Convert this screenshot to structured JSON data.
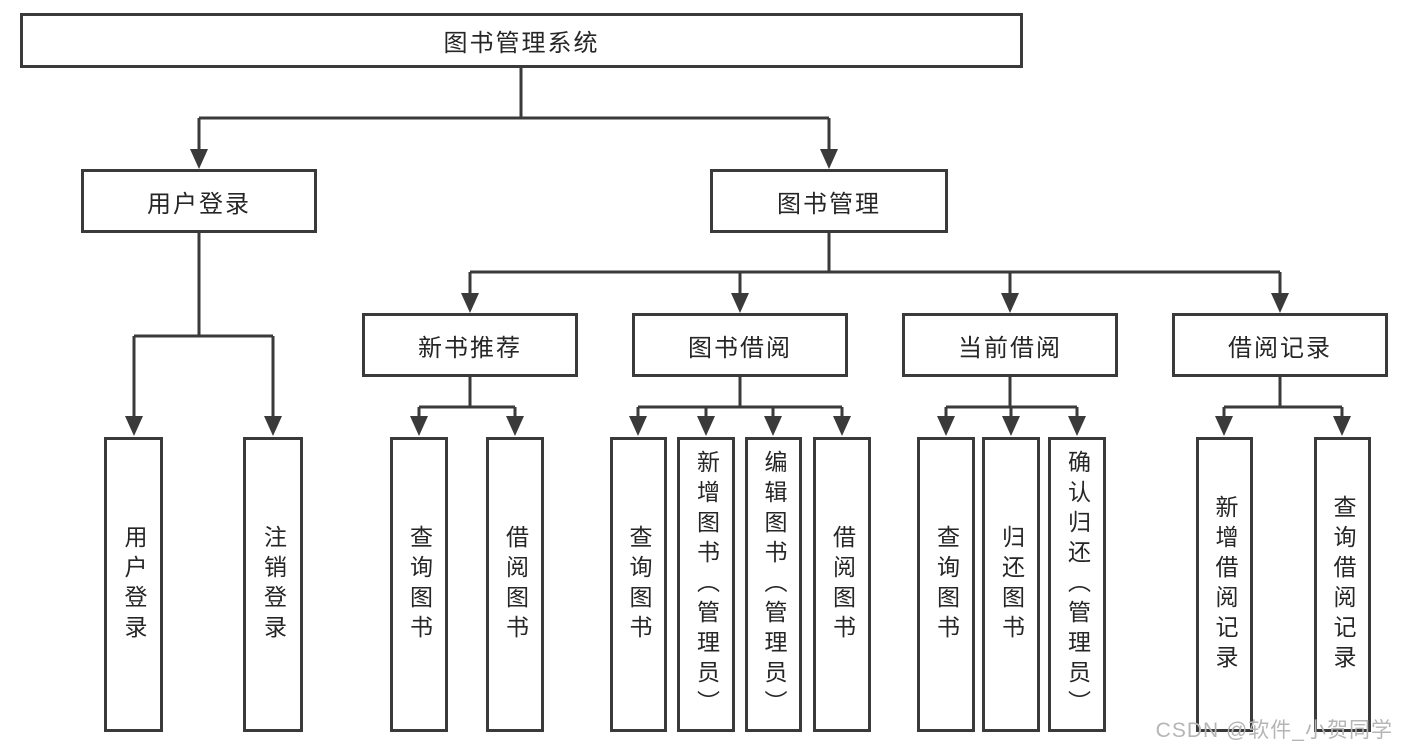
{
  "diagram": {
    "root": {
      "label": "图书管理系统"
    },
    "level2": [
      {
        "label": "用户登录"
      },
      {
        "label": "图书管理"
      }
    ],
    "level3": [
      {
        "label": "新书推荐"
      },
      {
        "label": "图书借阅"
      },
      {
        "label": "当前借阅"
      },
      {
        "label": "借阅记录"
      }
    ],
    "leaves": {
      "user_login": [
        {
          "label": "用户登录"
        },
        {
          "label": "注销登录"
        }
      ],
      "new_book": [
        {
          "label": "查询图书"
        },
        {
          "label": "借阅图书"
        }
      ],
      "book_borrow": [
        {
          "label": "查询图书"
        },
        {
          "label": "新增图书（管理员）"
        },
        {
          "label": "编辑图书（管理员）"
        },
        {
          "label": "借阅图书"
        }
      ],
      "current_borrow": [
        {
          "label": "查询图书"
        },
        {
          "label": "归还图书"
        },
        {
          "label": "确认归还（管理员）"
        }
      ],
      "borrow_record": [
        {
          "label": "新增借阅记录"
        },
        {
          "label": "查询借阅记录"
        }
      ]
    },
    "colors": {
      "line": "#3a3a3a",
      "border": "#3a3a3a",
      "text": "#262626",
      "watermark": "#b5b5b5",
      "background": "#ffffff"
    }
  },
  "watermark": {
    "text": "CSDN @软件_小贺同学"
  }
}
